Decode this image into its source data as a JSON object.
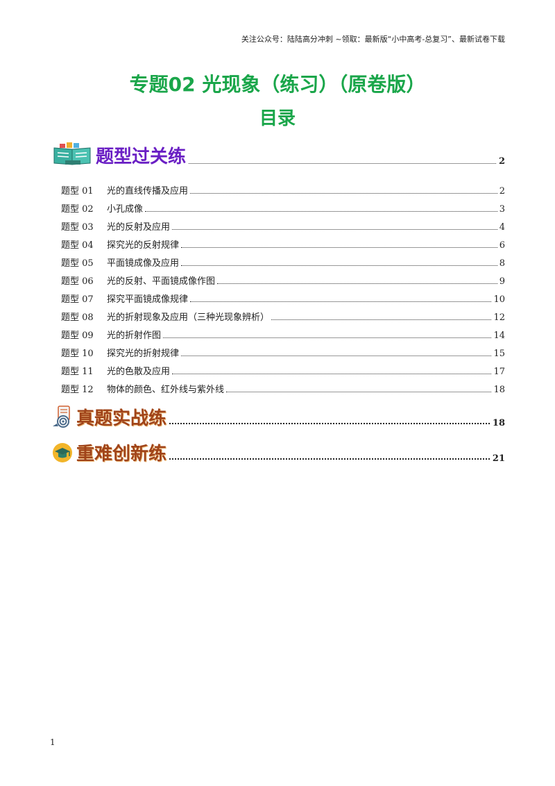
{
  "header": {
    "note": "关注公众号：陆陆高分冲刺  ~领取：最新版“小中高考-总复习”、最新试卷下载"
  },
  "title": {
    "main": "专题02  光现象（练习）（原卷版）",
    "toc": "目录"
  },
  "sections": [
    {
      "label": "题型过关练",
      "page": "2",
      "icon": "book-icon"
    },
    {
      "label": "真题实战练",
      "page": "18",
      "icon": "target-icon"
    },
    {
      "label": "重难创新练",
      "page": "21",
      "icon": "graduation-cap-icon"
    }
  ],
  "toc_items": [
    {
      "num": "题型 01",
      "text": "光的直线传播及应用",
      "page": "2"
    },
    {
      "num": "题型 02",
      "text": "小孔成像",
      "page": "3"
    },
    {
      "num": "题型 03",
      "text": "光的反射及应用",
      "page": "4"
    },
    {
      "num": "题型 04",
      "text": "探究光的反射规律",
      "page": "6"
    },
    {
      "num": "题型 05",
      "text": "平面镜成像及应用",
      "page": "8"
    },
    {
      "num": "题型 06",
      "text": "光的反射、平面镜成像作图",
      "page": "9"
    },
    {
      "num": "题型 07",
      "text": "探究平面镜成像规律",
      "page": "10"
    },
    {
      "num": "题型 08",
      "text": "光的折射现象及应用（三种光现象辨析）",
      "page": "12"
    },
    {
      "num": "题型 09",
      "text": "光的折射作图",
      "page": "14"
    },
    {
      "num": "题型 10",
      "text": "探究光的折射规律",
      "page": "15"
    },
    {
      "num": "题型 11",
      "text": "光的色散及应用",
      "page": "17"
    },
    {
      "num": "题型 12",
      "text": "物体的颜色、红外线与紫外线",
      "page": "18"
    }
  ],
  "footer": {
    "page_number": "1"
  },
  "colors": {
    "title_green": "#1aa64a",
    "section_purple": "#6a1fc4",
    "section_brown": "#a0441a"
  }
}
